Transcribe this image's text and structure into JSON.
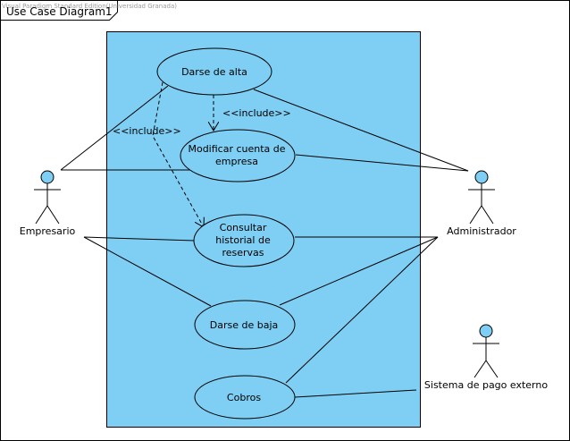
{
  "watermark": "Visual Paradigm Standard Edition(Universidad Granada)",
  "frame": {
    "title": "Use Case Diagram1"
  },
  "colors": {
    "system_fill": "#7fcff5",
    "usecase_fill": "#7fcff5",
    "actor_head_fill": "#7fcff5",
    "line": "#000000"
  },
  "actors": {
    "empresario": {
      "name": "Empresario"
    },
    "administrador": {
      "name": "Administrador"
    },
    "sistema_pago": {
      "name": "Sistema de pago externo"
    }
  },
  "use_cases": {
    "darse_alta": {
      "lines": [
        "Darse de alta"
      ]
    },
    "modificar": {
      "lines": [
        "Modificar cuenta de",
        "empresa"
      ]
    },
    "consultar": {
      "lines": [
        "Consultar",
        "historial de",
        "reservas"
      ]
    },
    "darse_baja": {
      "lines": [
        "Darse de baja"
      ]
    },
    "cobros": {
      "lines": [
        "Cobros"
      ]
    }
  },
  "relations": {
    "include_modificar": "<<include>>",
    "include_consultar": "<<include>>"
  }
}
